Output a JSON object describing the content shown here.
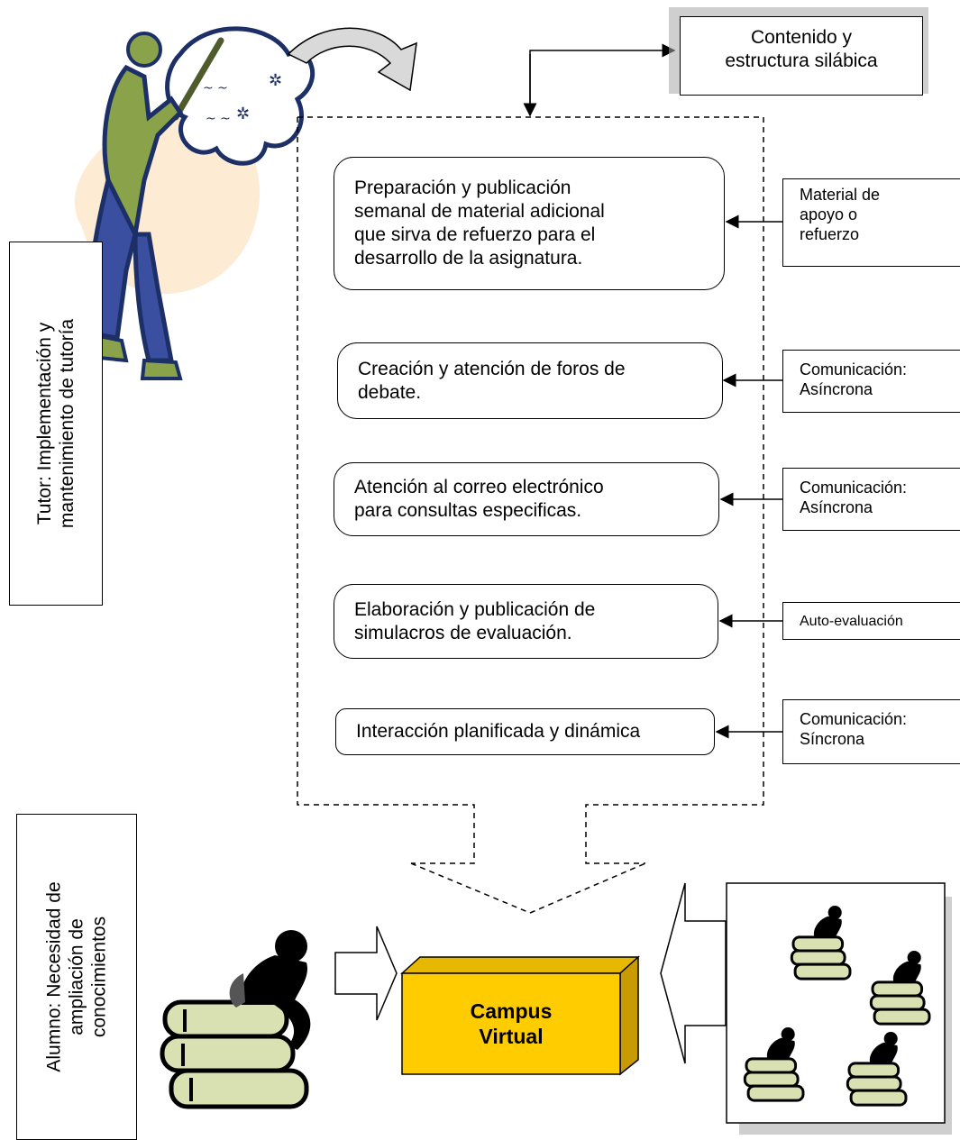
{
  "top_label": {
    "line1": "Contenido y",
    "line2": "estructura silábica"
  },
  "tutor_label": {
    "line1": "Tutor: Implementación y",
    "line2": "mantenimiento de tutoría"
  },
  "student_label": {
    "line1": "Alumno: Necesidad de",
    "line2": "ampliación de",
    "line3": "conocimientos"
  },
  "activities": [
    {
      "lines": [
        "Preparación y publicación",
        "semanal de material adicional",
        "que sirva de refuerzo para el",
        "desarrollo de la asignatura."
      ]
    },
    {
      "lines": [
        "Creación y atención de foros de",
        "debate."
      ]
    },
    {
      "lines": [
        "Atención al correo electrónico",
        "para consultas especificas."
      ]
    },
    {
      "lines": [
        "Elaboración y publicación de",
        "simulacros de evaluación."
      ]
    },
    {
      "lines": [
        "Interacción planificada y dinámica"
      ]
    }
  ],
  "side_labels": [
    {
      "lines": [
        "Material de",
        "apoyo o",
        "refuerzo"
      ]
    },
    {
      "lines": [
        "Comunicación:",
        "Asíncrona"
      ]
    },
    {
      "lines": [
        "Comunicación:",
        "Asíncrona"
      ]
    },
    {
      "lines": [
        "Auto-evaluación"
      ]
    },
    {
      "lines": [
        "Comunicación:",
        "Síncrona"
      ]
    }
  ],
  "campus": {
    "line1": "Campus",
    "line2": "Virtual",
    "face_color": "#FFCC00",
    "side_color": "#C89B00",
    "top_color": "#E6B800"
  }
}
